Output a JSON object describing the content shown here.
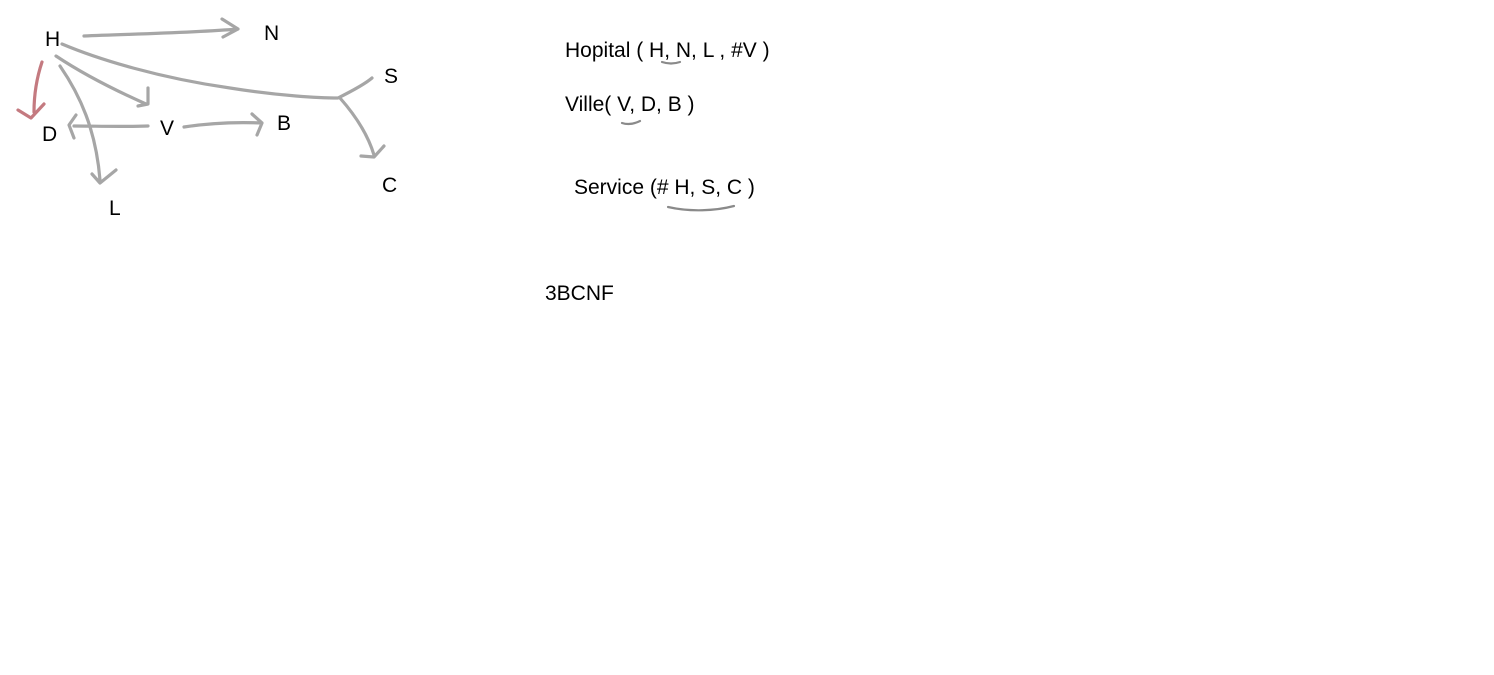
{
  "diagram": {
    "nodes": {
      "H": "H",
      "N": "N",
      "S": "S",
      "D": "D",
      "V": "V",
      "B": "B",
      "C": "C",
      "L": "L"
    },
    "edges": [
      {
        "from": "H",
        "to": "N"
      },
      {
        "from": "H",
        "to": "S"
      },
      {
        "from": "H",
        "to": "V"
      },
      {
        "from": "H",
        "to": "L"
      },
      {
        "from": "H",
        "to": "D",
        "color": "#c47a80"
      },
      {
        "from": "V",
        "to": "D"
      },
      {
        "from": "V",
        "to": "B"
      },
      {
        "from": "S",
        "to": "C"
      }
    ]
  },
  "relations": {
    "hopital": "Hopital ( H, N, L , #V )",
    "ville": "Ville( V, D, B )",
    "service": "Service (# H, S, C )"
  },
  "normal_form": "3BCNF"
}
